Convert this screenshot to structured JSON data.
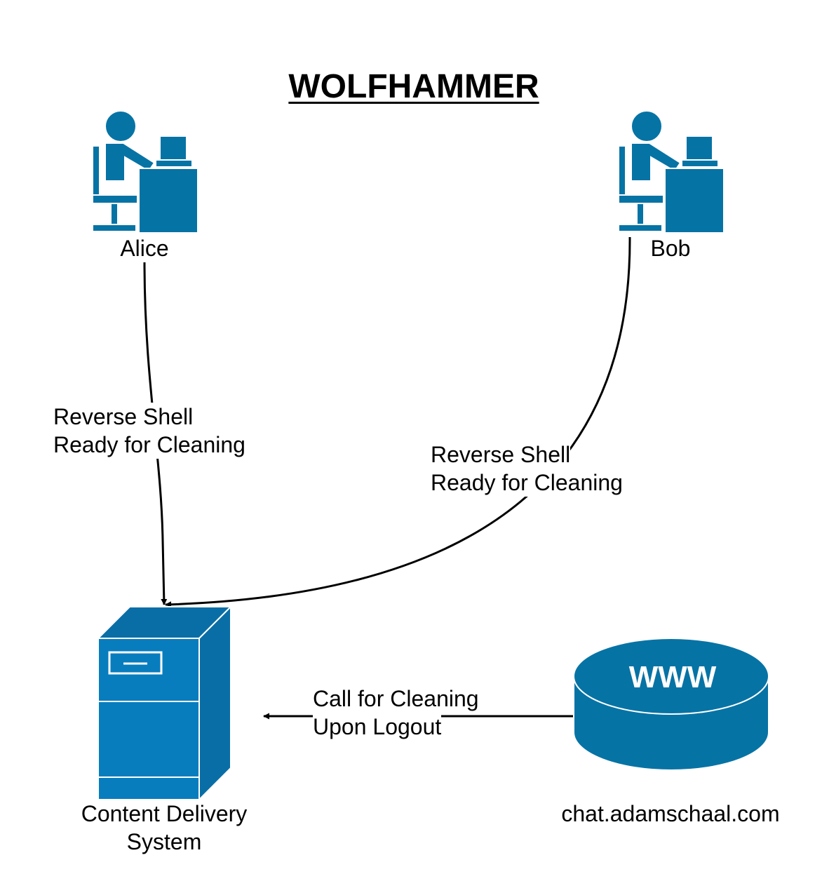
{
  "title": "WOLFHAMMER",
  "colors": {
    "icon_primary": "#0673a5",
    "server_front": "#087dbe",
    "server_side": "#0a6ea6",
    "outline": "#ffffff",
    "edge": "#000000"
  },
  "nodes": {
    "alice": {
      "label": "Alice",
      "icon": "user-at-workstation-icon"
    },
    "bob": {
      "label": "Bob",
      "icon": "user-at-workstation-icon"
    },
    "cds": {
      "label_line1": "Content Delivery",
      "label_line2": "System",
      "icon": "server-tower-icon"
    },
    "web": {
      "label": "chat.adamschaal.com",
      "badge": "WWW",
      "icon": "web-database-icon"
    }
  },
  "edges": {
    "alice_to_cds": {
      "line1": "Reverse Shell",
      "line2": "Ready for Cleaning"
    },
    "bob_to_cds": {
      "line1": "Reverse Shell",
      "line2": "Ready for Cleaning"
    },
    "web_to_cds": {
      "line1": "Call for Cleaning",
      "line2": "Upon Logout"
    }
  }
}
